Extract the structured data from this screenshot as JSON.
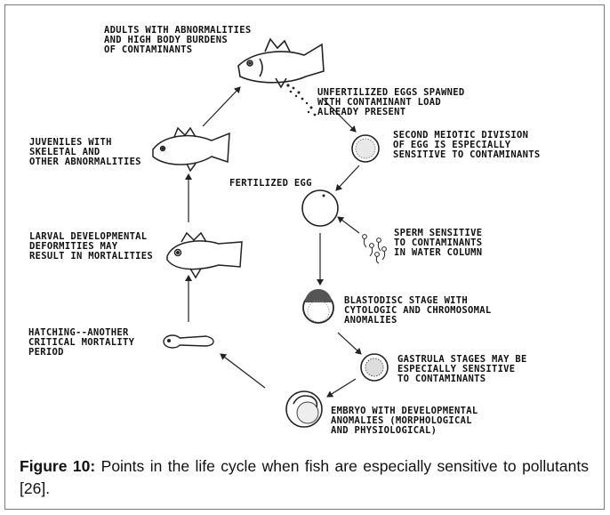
{
  "labels": {
    "adults": [
      "ADULTS WITH ABNORMALITIES",
      "AND HIGH BODY BURDENS",
      "OF CONTAMINANTS"
    ],
    "unfertilized": [
      "UNFERTILIZED EGGS SPAWNED",
      "WITH CONTAMINANT LOAD",
      "ALREADY PRESENT"
    ],
    "meiotic": [
      "SECOND MEIOTIC DIVISION",
      "OF EGG IS ESPECIALLY",
      "SENSITIVE TO CONTAMINANTS"
    ],
    "juveniles": [
      "JUVENILES WITH",
      "SKELETAL AND",
      "OTHER ABNORMALITIES"
    ],
    "fertilized": [
      "FERTILIZED EGG"
    ],
    "sperm": [
      "SPERM SENSITIVE",
      "TO CONTAMINANTS",
      "IN WATER COLUMN"
    ],
    "larval": [
      "LARVAL DEVELOPMENTAL",
      "DEFORMITIES MAY",
      "RESULT IN MORTALITIES"
    ],
    "blastodisc": [
      "BLASTODISC STAGE WITH",
      "CYTOLOGIC AND CHROMOSOMAL",
      "ANOMALIES"
    ],
    "hatching": [
      "HATCHING--ANOTHER",
      "CRITICAL MORTALITY",
      "PERIOD"
    ],
    "gastrula": [
      "GASTRULA STAGES MAY BE",
      "ESPECIALLY SENSITIVE",
      "TO CONTAMINANTS"
    ],
    "embryo": [
      "EMBRYO WITH DEVELOPMENTAL",
      "ANOMALIES (MORPHOLOGICAL",
      "AND PHYSIOLOGICAL)"
    ]
  },
  "caption": {
    "label": "Figure 10:",
    "text": "Points in the life cycle when fish are especially sensitive to pollutants [26]."
  }
}
